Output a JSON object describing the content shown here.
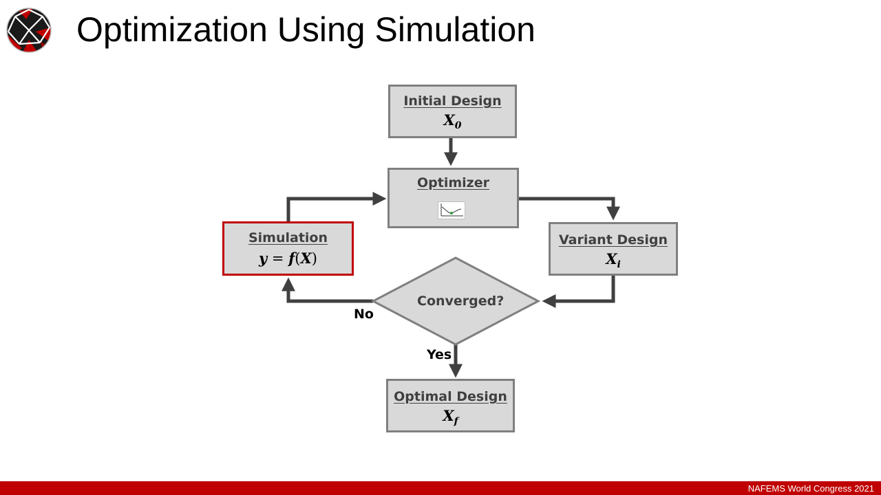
{
  "slide": {
    "title": "Optimization Using Simulation",
    "footer": "NAFEMS World Congress 2021"
  },
  "nodes": {
    "initial": {
      "label": "Initial Design",
      "math_base": "X",
      "math_sub": "0"
    },
    "optimizer": {
      "label": "Optimizer"
    },
    "simulation": {
      "label": "Simulation",
      "eq_left": "y",
      "eq_mid": " = ",
      "eq_func": "f",
      "eq_arg": "X"
    },
    "variant": {
      "label": "Variant Design",
      "math_base": "X",
      "math_sub": "i"
    },
    "converged": {
      "label": "Converged?"
    },
    "optimal": {
      "label": "Optimal Design",
      "math_base": "X",
      "math_sub": "f"
    }
  },
  "edges": {
    "no_label": "No",
    "yes_label": "Yes"
  },
  "colors": {
    "box_fill": "#d9d9d9",
    "box_border": "#7f7f7f",
    "highlight_border": "#c00000",
    "arrow": "#404040",
    "footer_bar": "#c00000"
  },
  "icons": {
    "logo": "nafems-sphere-logo",
    "optimizer": "mini-chart-icon"
  }
}
